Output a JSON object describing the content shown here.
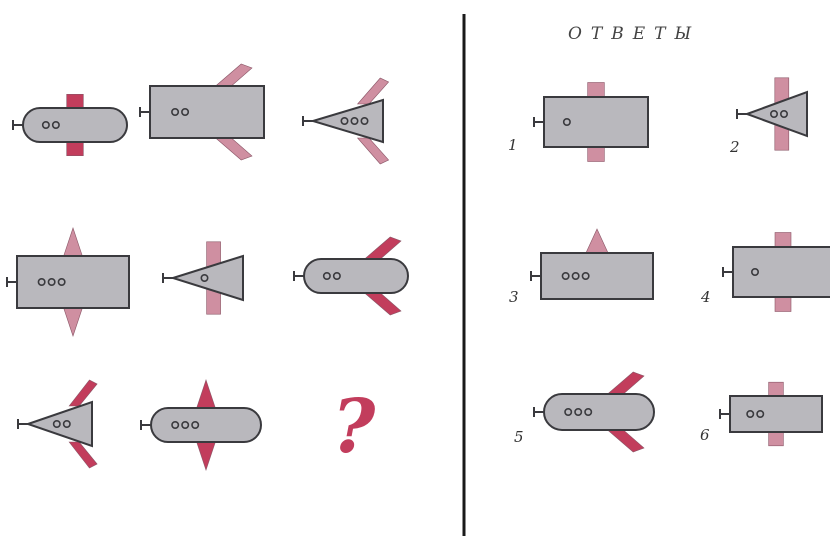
{
  "colors": {
    "body": "#b9b8bd",
    "stroke": "#3a3a3e",
    "wing_red": "#c23d5c",
    "wing_pink": "#cf8fa1",
    "background": "#ffffff"
  },
  "answers_title": "ОТВЕТЫ",
  "puzzle": {
    "cells": [
      {
        "body": "round",
        "portholes": 2,
        "wings": "vertical-bar",
        "wing_color": "red"
      },
      {
        "body": "rect",
        "portholes": 2,
        "wings": "swept-back",
        "wing_color": "pink"
      },
      {
        "body": "triangle",
        "portholes": 3,
        "wings": "swept-back",
        "wing_color": "pink"
      },
      {
        "body": "rect",
        "portholes": 3,
        "wings": "diamond",
        "wing_color": "pink"
      },
      {
        "body": "triangle",
        "portholes": 1,
        "wings": "vertical-bar",
        "wing_color": "pink"
      },
      {
        "body": "round",
        "portholes": 2,
        "wings": "swept-back",
        "wing_color": "red"
      },
      {
        "body": "triangle",
        "portholes": 2,
        "wings": "swept-back",
        "wing_color": "red"
      },
      {
        "body": "round",
        "portholes": 3,
        "wings": "diamond",
        "wing_color": "red"
      }
    ],
    "missing_symbol": "?"
  },
  "answers": [
    {
      "label": "1",
      "body": "rect",
      "portholes": 1,
      "wings": "vertical-bar",
      "wing_color": "pink"
    },
    {
      "label": "2",
      "body": "triangle",
      "portholes": 2,
      "wings": "vertical-bar",
      "wing_color": "pink"
    },
    {
      "label": "3",
      "body": "rect",
      "portholes": 3,
      "wings": "top-fin",
      "wing_color": "pink"
    },
    {
      "label": "4",
      "body": "rect",
      "portholes": 1,
      "wings": "vertical-bar",
      "wing_color": "pink"
    },
    {
      "label": "5",
      "body": "round",
      "portholes": 3,
      "wings": "swept-back",
      "wing_color": "red"
    },
    {
      "label": "6",
      "body": "rect",
      "portholes": 2,
      "wings": "vertical-bar",
      "wing_color": "pink"
    }
  ]
}
